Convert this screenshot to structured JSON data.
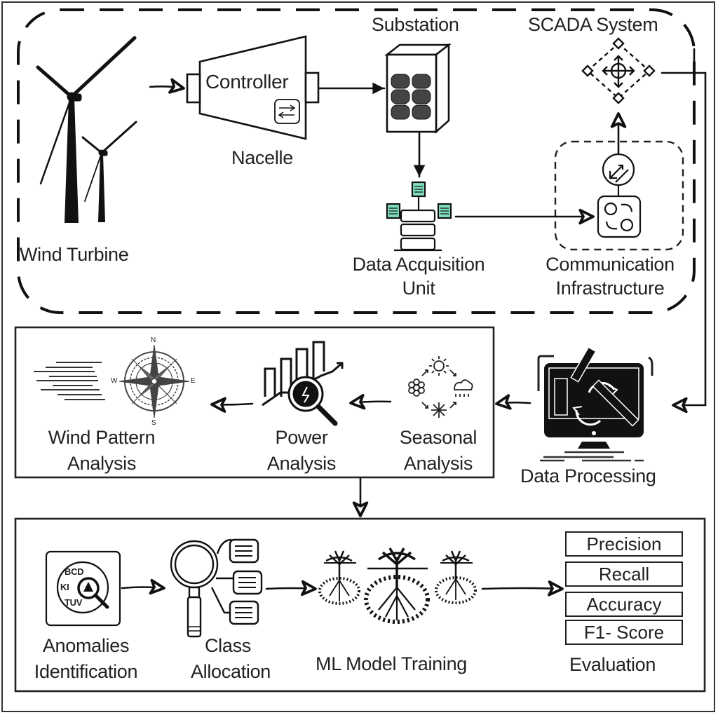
{
  "diagram": {
    "title": "Wind turbine SCADA data analysis and ML pipeline",
    "top_group": {
      "nodes": {
        "wind_turbine": {
          "label": "Wind Turbine",
          "icon": "wind-turbine-icon"
        },
        "nacelle": {
          "label": "Nacelle",
          "inner_label": "Controller",
          "icon": "nacelle-icon"
        },
        "substation": {
          "label": "Substation",
          "icon": "substation-icon"
        },
        "scada": {
          "label": "SCADA System",
          "icon": "scada-move-icon"
        },
        "daq": {
          "label_line1": "Data Acquisition",
          "label_line2": "Unit",
          "icon": "server-rack-icon"
        },
        "comm": {
          "label_line1": "Communication",
          "label_line2": "Infrastructure",
          "icon": "gear-cycle-icon"
        }
      }
    },
    "processing": {
      "label": "Data Processing",
      "icon": "monitor-design-icon"
    },
    "analysis_group": {
      "nodes": {
        "seasonal": {
          "label_line1": "Seasonal",
          "label_line2": "Analysis",
          "icon": "season-cycle-icon"
        },
        "power": {
          "label_line1": "Power",
          "label_line2": "Analysis",
          "icon": "power-chart-icon"
        },
        "wind_pattern": {
          "label_line1": "Wind Pattern",
          "label_line2": "Analysis",
          "icon": "compass-wind-icon"
        }
      },
      "compass_letters": {
        "n": "N",
        "s": "S",
        "e": "E",
        "w": "W"
      }
    },
    "ml_group": {
      "nodes": {
        "anomalies": {
          "label_line1": "Anomalies",
          "label_line2": "Identification",
          "icon": "anomaly-search-icon",
          "glyph_letters": [
            "BCD",
            "KI",
            "TUV"
          ]
        },
        "class_alloc": {
          "label_line1": "Class",
          "label_line2": "Allocation",
          "icon": "magnifier-list-icon"
        },
        "ml_training": {
          "label": "ML Model Training",
          "icon": "random-forest-icon"
        },
        "evaluation": {
          "label": "Evaluation",
          "metrics": [
            "Precision",
            "Recall",
            "Accuracy",
            "F1- Score"
          ]
        }
      }
    },
    "edges": [
      {
        "from": "Wind Turbine",
        "to": "Nacelle"
      },
      {
        "from": "Nacelle",
        "to": "Substation"
      },
      {
        "from": "Substation",
        "to": "Data Acquisition Unit"
      },
      {
        "from": "Data Acquisition Unit",
        "to": "Communication Infrastructure"
      },
      {
        "from": "Communication Infrastructure",
        "to": "SCADA System"
      },
      {
        "from": "SCADA System",
        "to": "Data Processing"
      },
      {
        "from": "Data Processing",
        "to": "Seasonal Analysis"
      },
      {
        "from": "Seasonal Analysis",
        "to": "Power Analysis"
      },
      {
        "from": "Power Analysis",
        "to": "Wind Pattern Analysis"
      },
      {
        "from": "Analysis group",
        "to": "ML group"
      },
      {
        "from": "Anomalies Identification",
        "to": "Class Allocation"
      },
      {
        "from": "Class Allocation",
        "to": "ML Model Training"
      },
      {
        "from": "ML Model Training",
        "to": "Evaluation"
      }
    ],
    "colors": {
      "ink": "#1a1a1a",
      "accent_green": "#7fe0c0",
      "background": "#ffffff"
    }
  }
}
